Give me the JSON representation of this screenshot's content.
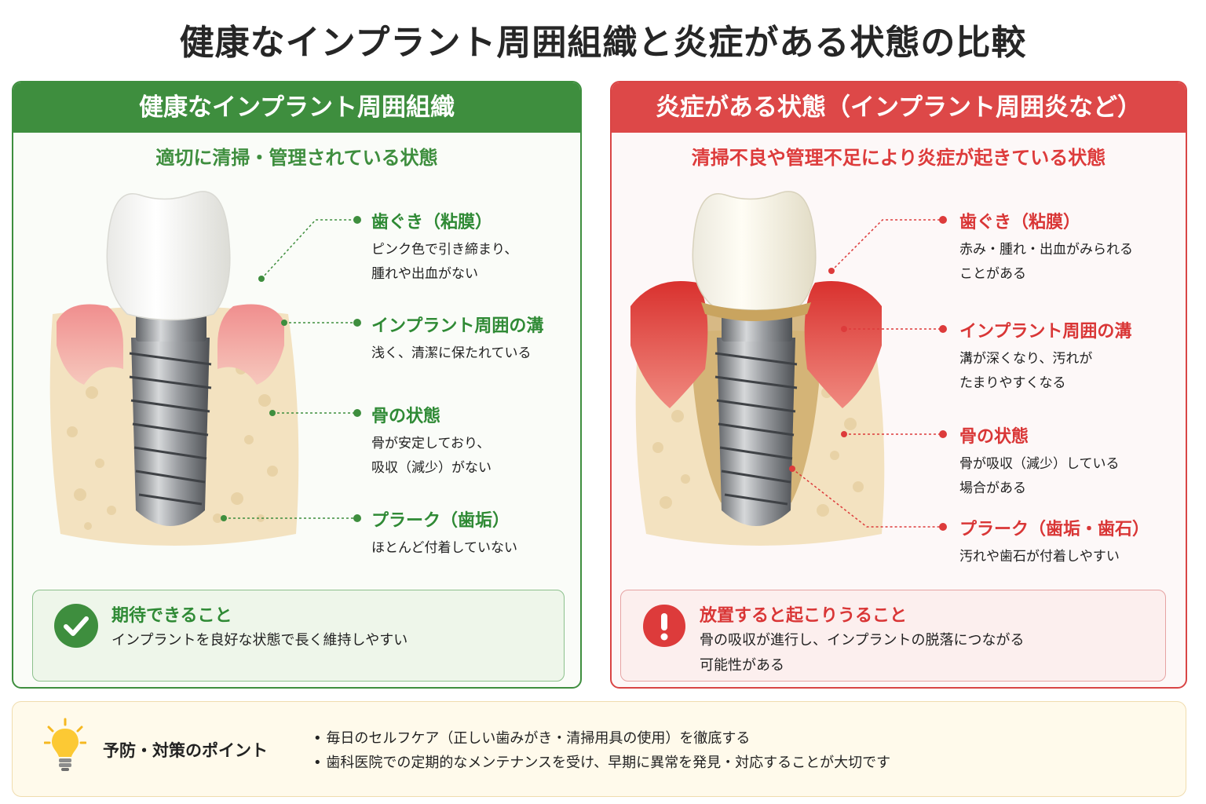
{
  "title": "健康なインプラント周囲組織と炎症がある状態の比較",
  "healthy": {
    "header": "健康なインプラント周囲組織",
    "subtitle": "適切に清掃・管理されている状態",
    "callouts": [
      {
        "title": "歯ぐき（粘膜）",
        "desc": "ピンク色で引き締まり、\n腫れや出血がない"
      },
      {
        "title": "インプラント周囲の溝",
        "desc": "浅く、清潔に保たれている"
      },
      {
        "title": "骨の状態",
        "desc": "骨が安定しており、\n吸収（減少）がない"
      },
      {
        "title": "プラーク（歯垢）",
        "desc": "ほとんど付着していない"
      }
    ],
    "result": {
      "title": "期待できること",
      "desc": "インプラントを良好な状態で長く維持しやすい",
      "icon": "check-circle-icon"
    },
    "accent": "#3e8e3e"
  },
  "inflamed": {
    "header": "炎症がある状態（インプラント周囲炎など）",
    "subtitle": "清掃不良や管理不足により炎症が起きている状態",
    "callouts": [
      {
        "title": "歯ぐき（粘膜）",
        "desc": "赤み・腫れ・出血がみられる\nことがある"
      },
      {
        "title": "インプラント周囲の溝",
        "desc": "溝が深くなり、汚れが\nたまりやすくなる"
      },
      {
        "title": "骨の状態",
        "desc": "骨が吸収（減少）している\n場合がある"
      },
      {
        "title": "プラーク（歯垢・歯石）",
        "desc": "汚れや歯石が付着しやすい"
      }
    ],
    "result": {
      "title": "放置すると起こりうること",
      "desc": "骨の吸収が進行し、インプラントの脱落につながる\n可能性がある",
      "icon": "warning-icon"
    },
    "accent": "#dd4848"
  },
  "tips": {
    "title": "予防・対策のポイント",
    "items": [
      "毎日のセルフケア（正しい歯みがき・清掃用具の使用）を徹底する",
      "歯科医院での定期的なメンテナンスを受け、早期に異常を発見・対応することが大切です"
    ],
    "icon": "lightbulb-icon"
  }
}
